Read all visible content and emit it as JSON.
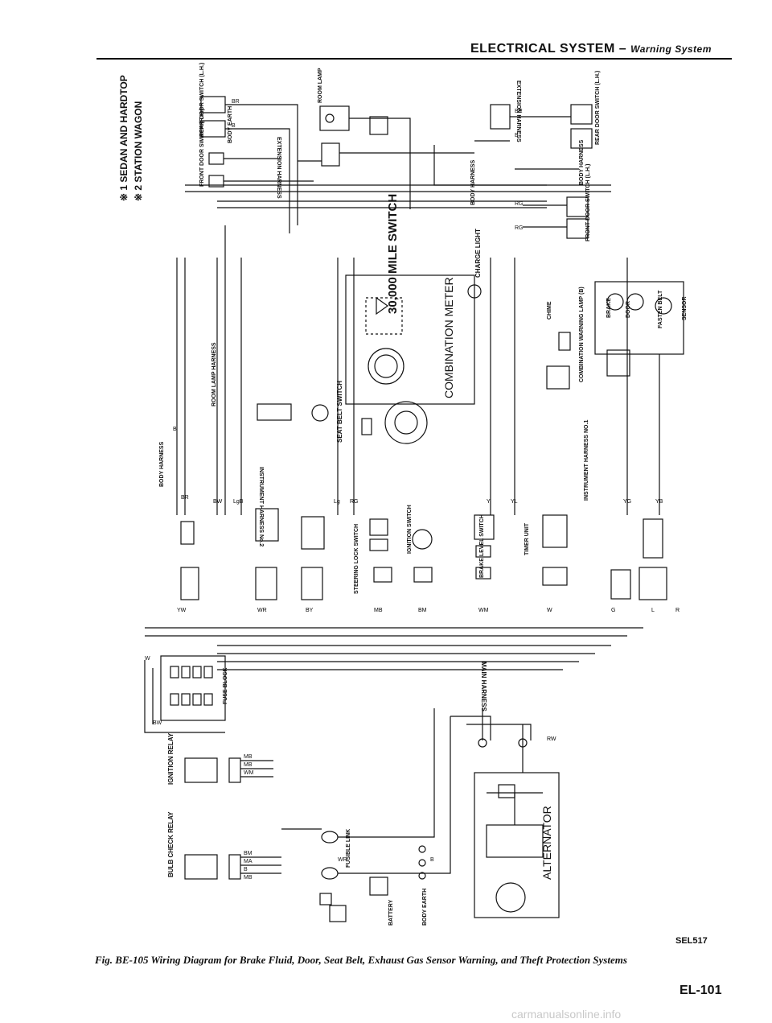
{
  "header": {
    "section": "ELECTRICAL SYSTEM",
    "separator": "–",
    "subsection": "Warning System"
  },
  "legend": [
    {
      "mark": "※ 1",
      "text": "SEDAN AND HARDTOP"
    },
    {
      "mark": "※ 2",
      "text": "STATION WAGON"
    }
  ],
  "labels": {
    "front_door_switch_rh": "FRONT DOOR SWITCH (R.H.)",
    "rear_door_switch_rh": "REAR DOOR SWITCH (L.H.)",
    "body_earth_top": "BODY EARTH",
    "room_lamp": "ROOM LAMP",
    "extension_harness": "EXTENSION HARNESS",
    "extension_harness_right": "EXTENSION HARNESS",
    "body_harness_right": "BODY HARNESS",
    "rear_door_switch_lh": "REAR DOOR SWITCH (L.H.)",
    "body_harness_right2": "BODY HARNESS",
    "front_door_switch_lh": "FRONT DOOR SWITCH (L.H.)",
    "mile_switch": "30,000 MILE SWITCH",
    "combination_meter": "COMBINATION METER",
    "charge_light": "CHARGE LIGHT",
    "chime": "CHIME",
    "combination_warning_lamp": "COMBINATION WARNING LAMP (B)",
    "brake": "BRAKE",
    "door": "DOOR",
    "fasten_belt": "FASTEN BELT",
    "sensor": "SENSOR",
    "room_lamp_harness": "ROOM LAMP HARNESS",
    "body_harness_left": "BODY HARNESS",
    "seat_belt_switch": "SEAT BELT SWITCH",
    "instrument_harness_2": "INSTRUMENT HARNESS No.2",
    "instrument_harness_1": "INSTRUMENT HARNESS NO.1",
    "steering_lock_switch": "STEERING LOCK SWITCH",
    "ignition_switch": "IGNITION SWITCH",
    "brake_level_switch": "BRAKE LEVEL SWITCH",
    "timer_unit": "TIMER UNIT",
    "main_harness": "MAIN HARNESS",
    "fuse_block": "FUSE BLOCK",
    "ignition_relay": "IGNITION RELAY",
    "bulb_check_relay": "BULB CHECK RELAY",
    "fusible_link": "FUSIBLE LINK",
    "battery": "BATTERY",
    "body_earth_bottom": "BODY EARTH",
    "alternator": "ALTERNATOR"
  },
  "wire_codes": [
    "B",
    "BR",
    "BW",
    "LgB",
    "Lg",
    "RG",
    "Y",
    "YL",
    "YG",
    "YB",
    "YW",
    "WR",
    "BY",
    "MB",
    "BM",
    "WM",
    "W",
    "G",
    "L",
    "R",
    "RW"
  ],
  "figure_code": "SEL517",
  "caption": "Fig. BE-105 Wiring Diagram for Brake Fluid, Door, Seat Belt, Exhaust Gas Sensor Warning, and Theft Protection Systems",
  "page_number": "EL-101",
  "watermark": "carmanualsonline.info"
}
